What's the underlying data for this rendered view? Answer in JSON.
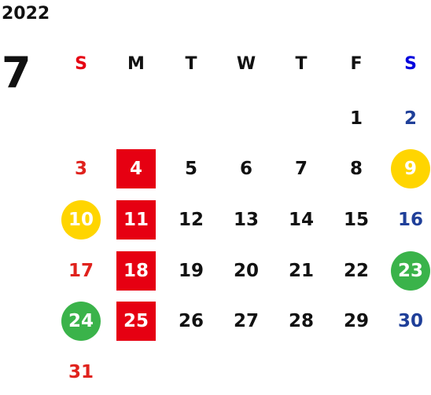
{
  "calendar": {
    "year": "2022",
    "month": "7",
    "weekdays": [
      {
        "label": "S",
        "color": "#e60012"
      },
      {
        "label": "M",
        "color": "#111111"
      },
      {
        "label": "T",
        "color": "#111111"
      },
      {
        "label": "W",
        "color": "#111111"
      },
      {
        "label": "T",
        "color": "#111111"
      },
      {
        "label": "F",
        "color": "#111111"
      },
      {
        "label": "S",
        "color": "#0000dd"
      }
    ],
    "first_weekday_index": 5,
    "days_in_month": 31,
    "colors": {
      "weekday_text": "#111111",
      "sunday_text": "#e0221d",
      "saturday_text": "#1f3f99",
      "red_square": "#e60012",
      "yellow_circle": "#ffd500",
      "green_circle": "#3ab34a"
    },
    "highlights": [
      {
        "day": 4,
        "style": "square",
        "color": "#e60012"
      },
      {
        "day": 9,
        "style": "circle",
        "color": "#ffd500"
      },
      {
        "day": 10,
        "style": "circle",
        "color": "#ffd500"
      },
      {
        "day": 11,
        "style": "square",
        "color": "#e60012"
      },
      {
        "day": 18,
        "style": "square",
        "color": "#e60012"
      },
      {
        "day": 23,
        "style": "circle",
        "color": "#3ab34a"
      },
      {
        "day": 24,
        "style": "circle",
        "color": "#3ab34a"
      },
      {
        "day": 25,
        "style": "square",
        "color": "#e60012"
      }
    ]
  }
}
